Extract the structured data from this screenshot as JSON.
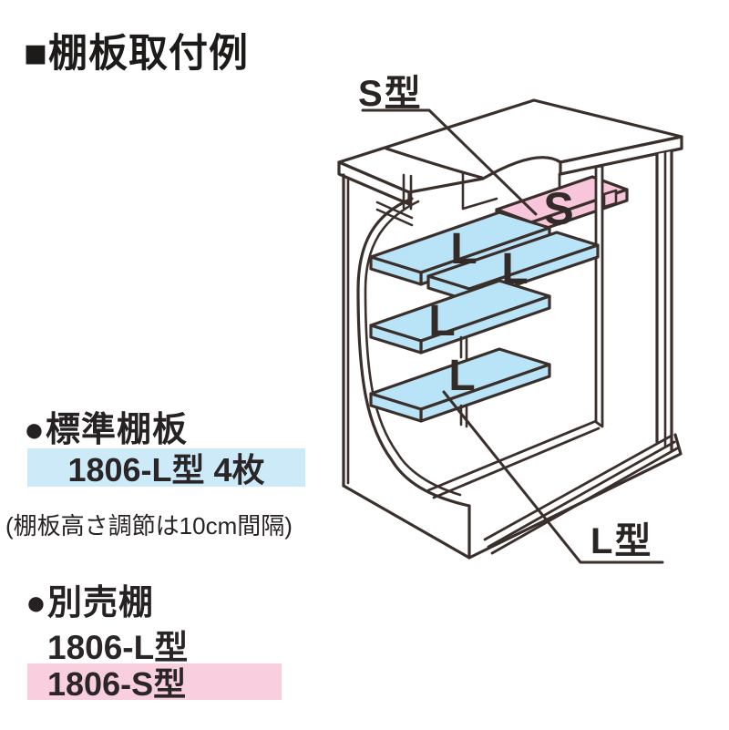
{
  "title": "■棚板取付例",
  "diagram": {
    "s_type_label": "S型",
    "l_type_label": "L型",
    "shelf_letter_s": "S",
    "shelf_letter_l": "L"
  },
  "standard_shelf": {
    "heading": "●標準棚板",
    "model": "1806-L型 4枚",
    "note": "(棚板高さ調節は10cm間隔)"
  },
  "optional_shelf": {
    "heading": "●別売棚",
    "model_l": "1806-L型",
    "model_s": "1806-S型"
  },
  "colors": {
    "line": "#3a2f2b",
    "shelf_blue": "#b9e3f7",
    "shelf_pink": "#f7c6db",
    "highlight_blue": "#cdeaf9",
    "highlight_pink": "#f9cfdf"
  }
}
